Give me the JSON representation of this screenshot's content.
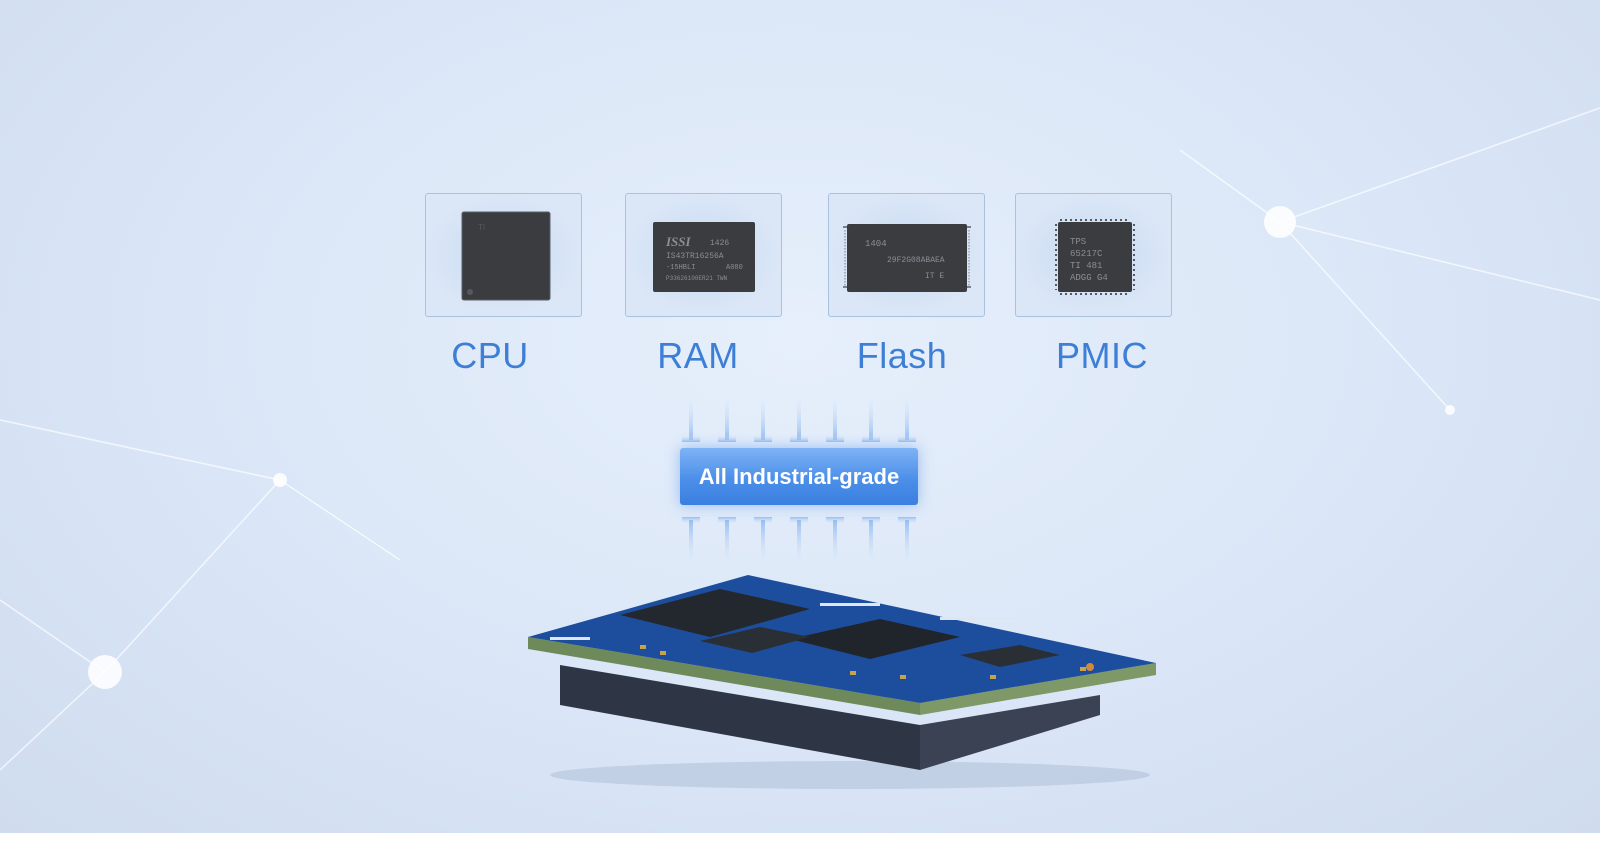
{
  "chips": [
    {
      "label": "CPU",
      "icon": "cpu-chip-icon"
    },
    {
      "label": "RAM",
      "icon": "ram-chip-icon"
    },
    {
      "label": "Flash",
      "icon": "flash-chip-icon"
    },
    {
      "label": "PMIC",
      "icon": "pmic-chip-icon"
    }
  ],
  "badge": {
    "text": "All Industrial-grade"
  },
  "chip_markings": {
    "cpu": [
      "TI"
    ],
    "ram": [
      "ISSI",
      "1426",
      "IS43TR16256A",
      "-15HBLI",
      "A080",
      "P33626100ER21 TWN"
    ],
    "flash": [
      "1404",
      "29F2G08ABAEA",
      "IT E"
    ],
    "pmic": [
      "TPS",
      "65217C",
      "TI 481",
      "ADGG G4"
    ]
  },
  "colors": {
    "label_blue": "#3d7fd6",
    "badge_blue": "#4c8fe9",
    "card_border": "#a9c2e0",
    "background": "#dae6f7"
  }
}
